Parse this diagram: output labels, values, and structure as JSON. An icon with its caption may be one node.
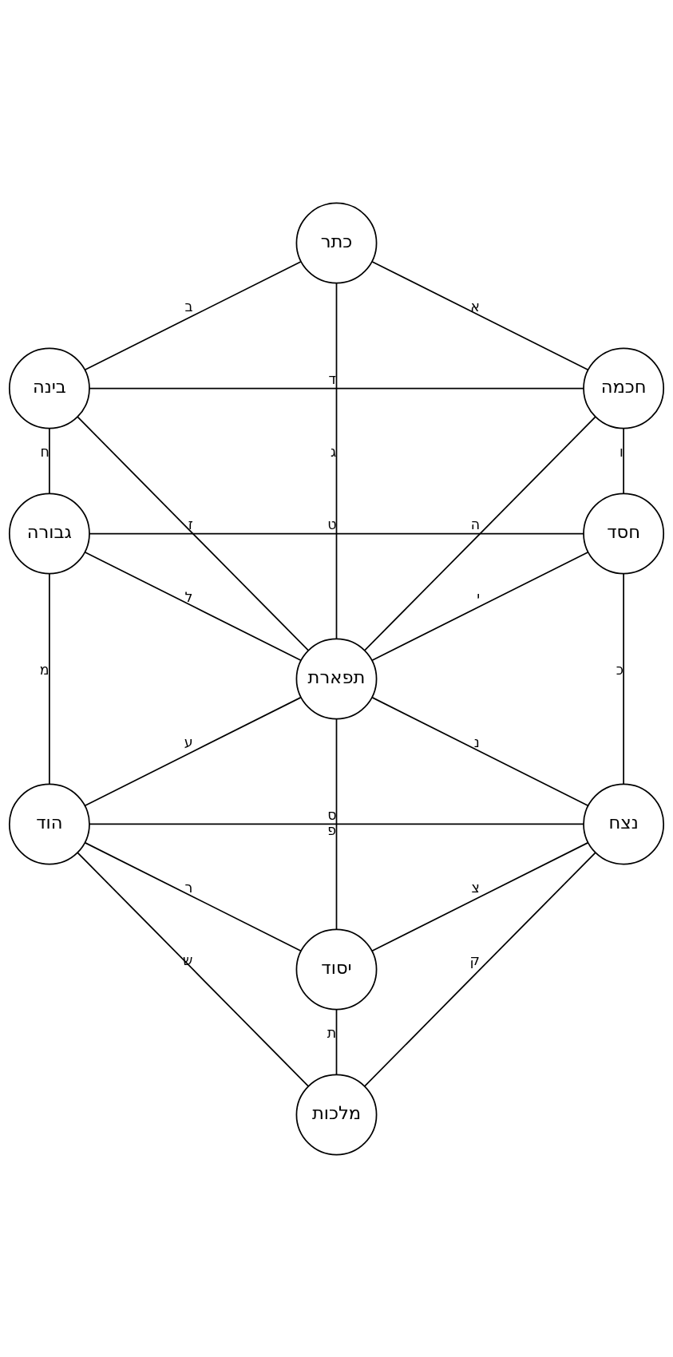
{
  "diagram": {
    "nodes": [
      {
        "text": [
          "כתר"
        ]
      },
      {
        "text": [
          "חכמה"
        ]
      },
      {
        "text": [
          "בינה"
        ]
      },
      {
        "text": [
          "חסד"
        ]
      },
      {
        "text": [
          "גבורה"
        ]
      },
      {
        "text": [
          "תפארת"
        ]
      },
      {
        "text": [
          "נצח"
        ]
      },
      {
        "text": [
          "הוד"
        ]
      },
      {
        "text": [
          "יסוד"
        ]
      },
      {
        "text": [
          "מלכות"
        ]
      }
    ],
    "edges": [
      {
        "from": 0,
        "to": 1,
        "arrow": "none",
        "label": "א"
      },
      {
        "from": 0,
        "to": 2,
        "arrow": "none",
        "label": "ב"
      },
      {
        "from": 0,
        "to": 5,
        "arrow": "none",
        "label": "ג"
      },
      {
        "from": 2,
        "to": 1,
        "arrow": "none",
        "label": "ד"
      },
      {
        "from": 1,
        "to": 5,
        "arrow": "none",
        "label": "ה"
      },
      {
        "from": 1,
        "to": 3,
        "arrow": "none",
        "label": "ו"
      },
      {
        "from": 2,
        "to": 5,
        "arrow": "none",
        "label": "ז"
      },
      {
        "from": 2,
        "to": 4,
        "arrow": "none",
        "label": "ח"
      },
      {
        "from": 4,
        "to": 3,
        "arrow": "none",
        "label": "ט"
      },
      {
        "from": 3,
        "to": 5,
        "arrow": "none",
        "label": "י"
      },
      {
        "from": 3,
        "to": 6,
        "arrow": "none",
        "label": "כ"
      },
      {
        "from": 4,
        "to": 5,
        "arrow": "none",
        "label": "ל"
      },
      {
        "from": 4,
        "to": 7,
        "arrow": "none",
        "label": "מ"
      },
      {
        "from": 5,
        "to": 6,
        "arrow": "none",
        "label": "נ"
      },
      {
        "from": 5,
        "to": 8,
        "arrow": "none",
        "label": "ס"
      },
      {
        "from": 5,
        "to": 7,
        "arrow": "none",
        "label": "ע"
      },
      {
        "from": 7,
        "to": 6,
        "arrow": "none",
        "label": "פ"
      },
      {
        "from": 6,
        "to": 8,
        "arrow": "none",
        "label": "צ"
      },
      {
        "from": 6,
        "to": 9,
        "arrow": "none",
        "label": "ק"
      },
      {
        "from": 7,
        "to": 8,
        "arrow": "none",
        "label": "ר"
      },
      {
        "from": 7,
        "to": 9,
        "arrow": "none",
        "label": "ש"
      },
      {
        "from": 8,
        "to": 9,
        "arrow": "none",
        "label": "ת"
      }
    ]
  }
}
